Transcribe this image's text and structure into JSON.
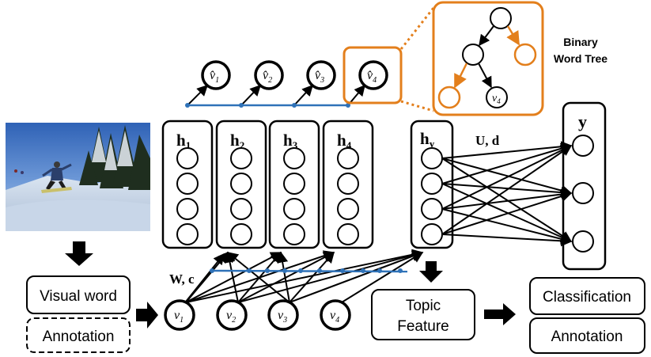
{
  "boxes": {
    "visual_word": "Visual word",
    "annotation_input": "Annotation",
    "topic_feature_line1": "Topic",
    "topic_feature_line2": "Feature",
    "classification": "Classification",
    "annotation_output": "Annotation"
  },
  "tree_caption": {
    "line1": "Binary",
    "line2": "Word Tree"
  },
  "hidden_units": [
    {
      "base": "h",
      "sub": "1"
    },
    {
      "base": "h",
      "sub": "2"
    },
    {
      "base": "h",
      "sub": "3"
    },
    {
      "base": "h",
      "sub": "4"
    }
  ],
  "topic_unit": {
    "base": "h",
    "sub": "y"
  },
  "output_unit": {
    "label": "y"
  },
  "inputs": [
    "v1",
    "v2",
    "v3",
    "v4"
  ],
  "input_labels": [
    {
      "base": "v",
      "sub": "1"
    },
    {
      "base": "v",
      "sub": "2"
    },
    {
      "base": "v",
      "sub": "3"
    },
    {
      "base": "v",
      "sub": "4"
    }
  ],
  "reconstructions": [
    {
      "base": "v̂",
      "sub": "1"
    },
    {
      "base": "v̂",
      "sub": "2"
    },
    {
      "base": "v̂",
      "sub": "3"
    },
    {
      "base": "v̂",
      "sub": "4"
    }
  ],
  "tree_leaf": {
    "base": "v",
    "sub": "4"
  },
  "params": {
    "wc": "W, c",
    "ud": "U, d"
  },
  "colors": {
    "accent": "#e37f1c",
    "weight_line": "#2f72b8",
    "stroke": "#000000"
  }
}
